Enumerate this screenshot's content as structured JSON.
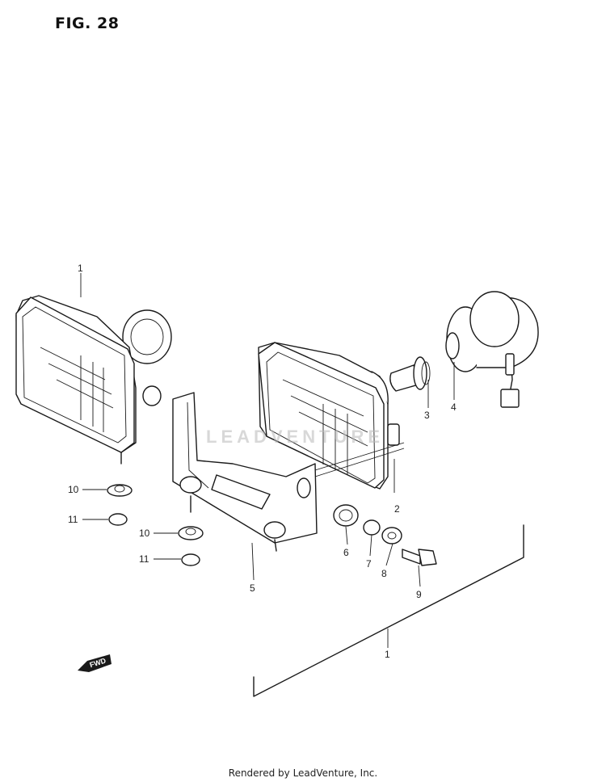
{
  "figure_title": "FIG. 28",
  "watermark": "LEADVENTURE",
  "footer": "Rendered by LeadVenture, Inc.",
  "forward_marker": "FWD",
  "callouts": {
    "c1_top": "1",
    "c2": "2",
    "c3": "3",
    "c4": "4",
    "c5": "5",
    "c6": "6",
    "c7": "7",
    "c8": "8",
    "c9": "9",
    "c10_upper": "10",
    "c11_upper": "11",
    "c10_lower": "10",
    "c11_lower": "11",
    "c1_assembly": "1"
  }
}
